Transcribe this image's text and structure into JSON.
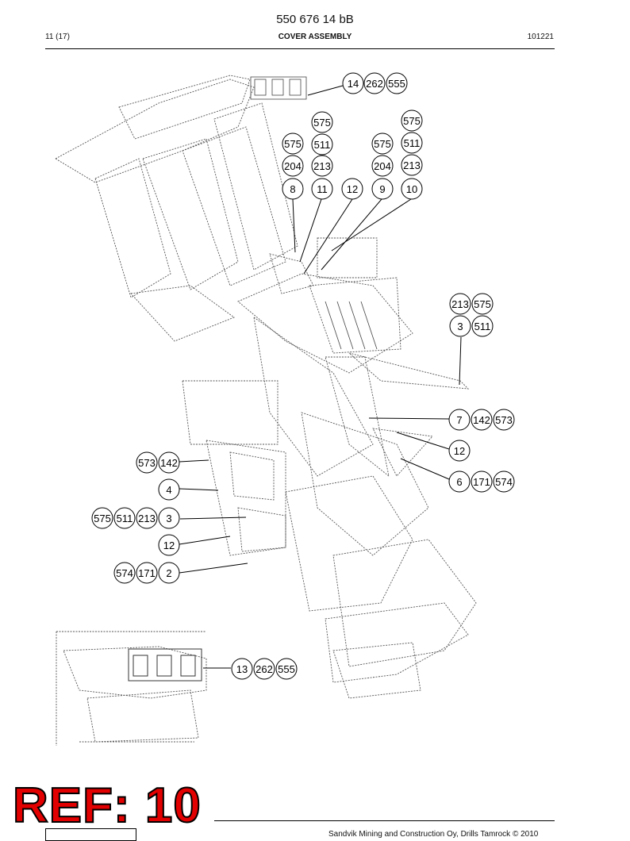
{
  "header": {
    "doc_number": "550 676 14 bB",
    "page": "11 (17)",
    "title": "COVER ASSEMBLY",
    "revision": "101221"
  },
  "callouts": {
    "c14": "14",
    "c262a": "262",
    "c555a": "555",
    "c575a": "575",
    "c575b": "575",
    "c575c": "575",
    "c511a": "511",
    "c575d": "575",
    "c511b": "511",
    "c204a": "204",
    "c213a": "213",
    "c204b": "204",
    "c213b": "213",
    "c8": "8",
    "c11": "11",
    "c12a": "12",
    "c9": "9",
    "c10": "10",
    "c213c": "213",
    "c575e": "575",
    "c3a": "3",
    "c511c": "511",
    "c7": "7",
    "c142a": "142",
    "c573a": "573",
    "c12b": "12",
    "c6": "6",
    "c171a": "171",
    "c574a": "574",
    "c573b": "573",
    "c142b": "142",
    "c4": "4",
    "c575f": "575",
    "c511d": "511",
    "c213d": "213",
    "c3b": "3",
    "c12c": "12",
    "c574b": "574",
    "c171b": "171",
    "c2": "2",
    "c13": "13",
    "c262b": "262",
    "c555b": "555"
  },
  "stamp": {
    "ref_label": "REF: 10"
  },
  "footer": {
    "copyright": "Sandvik Mining and Construction Oy, Drills Tamrock © 2010"
  }
}
